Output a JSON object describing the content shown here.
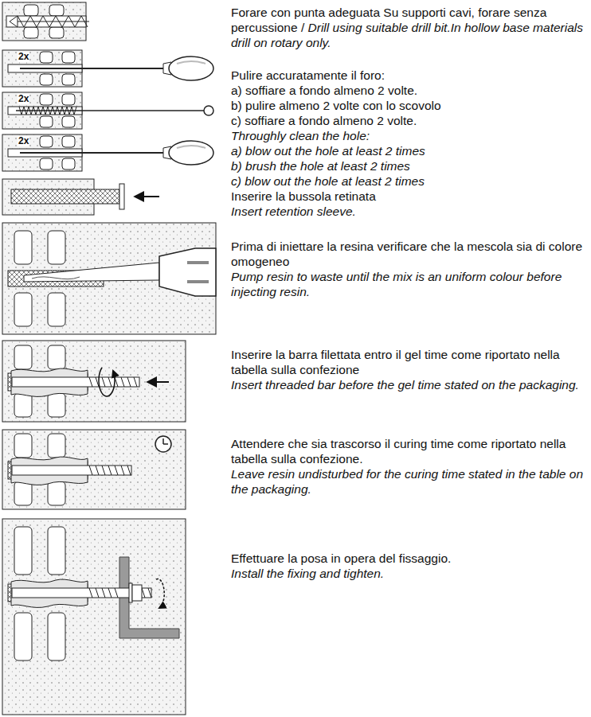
{
  "diagram": {
    "labels": [
      "2x",
      "2x",
      "2x",
      "Forare con punta adeguata Su supporti cavi, forare senza percussione /",
      "Drill using suitable drill bit.In hollow base materials drill on rotary only.",
      "Pulire accuratamente il foro:",
      "a) soffiare a fondo almeno 2 volte.",
      "b) pulire almeno 2 volte con lo scovolo",
      "c) soffiare a fondo almeno 2 volte.",
      "Throughly clean the hole:",
      "a) blow out the hole at least 2 times",
      "b) brush the hole at least 2 times",
      "c) blow out the hole at least 2 times",
      "Inserire la bussola retinata",
      "Insert retention sleeve.",
      "Prima di iniettare la resina verificare che la mescola sia di colore omogeneo",
      "Pump resin to waste until the mix is an uniform colour before injecting resin.",
      "Inserire la barra filettata entro il gel time come riportato nella tabella sulla confezione",
      "Insert threaded bar before the gel time stated on the packaging.",
      "Attendere che sia trascorso il curing time come riportato nella tabella sulla confezione.",
      "Leave resin undisturbed for the curing time stated in the table on the packaging.",
      "Effettuare la posa in opera del fissaggio.",
      "Install the fixing and tighten."
    ]
  }
}
